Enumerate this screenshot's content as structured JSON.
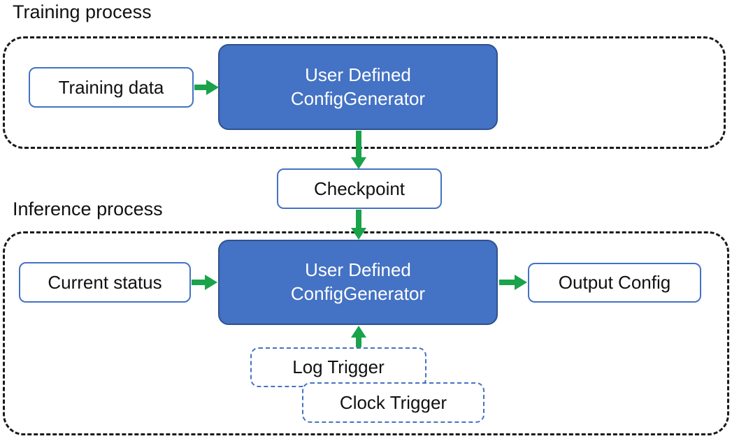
{
  "colors": {
    "node_fill_blue": "#4472C4",
    "node_border_dark_blue": "#2F528F",
    "box_border_blue": "#4472C4",
    "arrow_green": "#1AA34A",
    "container_dash_black": "#1a1a1a",
    "text_dark": "#111111",
    "text_light": "#ffffff"
  },
  "training": {
    "label": "Training process",
    "training_data": "Training data",
    "generator": {
      "line1": "User Defined",
      "line2": "ConfigGenerator"
    }
  },
  "checkpoint": "Checkpoint",
  "inference": {
    "label": "Inference process",
    "current_status": "Current status",
    "generator": {
      "line1": "User Defined",
      "line2": "ConfigGenerator"
    },
    "output_config": "Output Config",
    "log_trigger": "Log Trigger",
    "clock_trigger": "Clock Trigger"
  }
}
